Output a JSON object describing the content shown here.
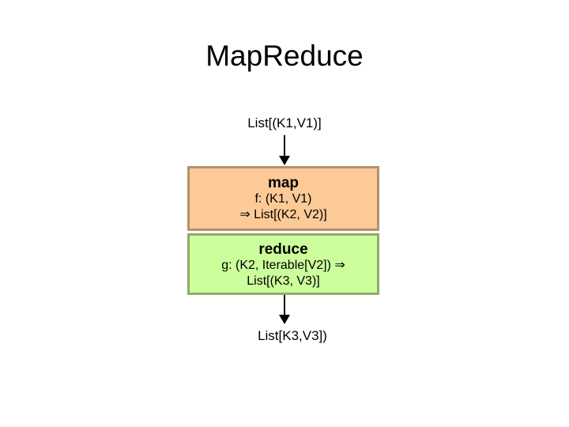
{
  "slide": {
    "title": "MapReduce",
    "flow": {
      "input_label": "List[(K1,V1)]",
      "map_box": {
        "title": "map",
        "line1": "f: (K1, V1)",
        "line2": "⇒ List[(K2, V2)]",
        "fill_color": "#fcca97",
        "border_color": "#b0916f"
      },
      "reduce_box": {
        "title": "reduce",
        "line1": "g: (K2, Iterable[V2]) ⇒",
        "line2": "List[(K3, V3)]",
        "fill_color": "#ccfe9b",
        "border_color": "#95a968"
      },
      "output_label": "List[K3,V3])",
      "arrow_color": "#000000"
    }
  }
}
